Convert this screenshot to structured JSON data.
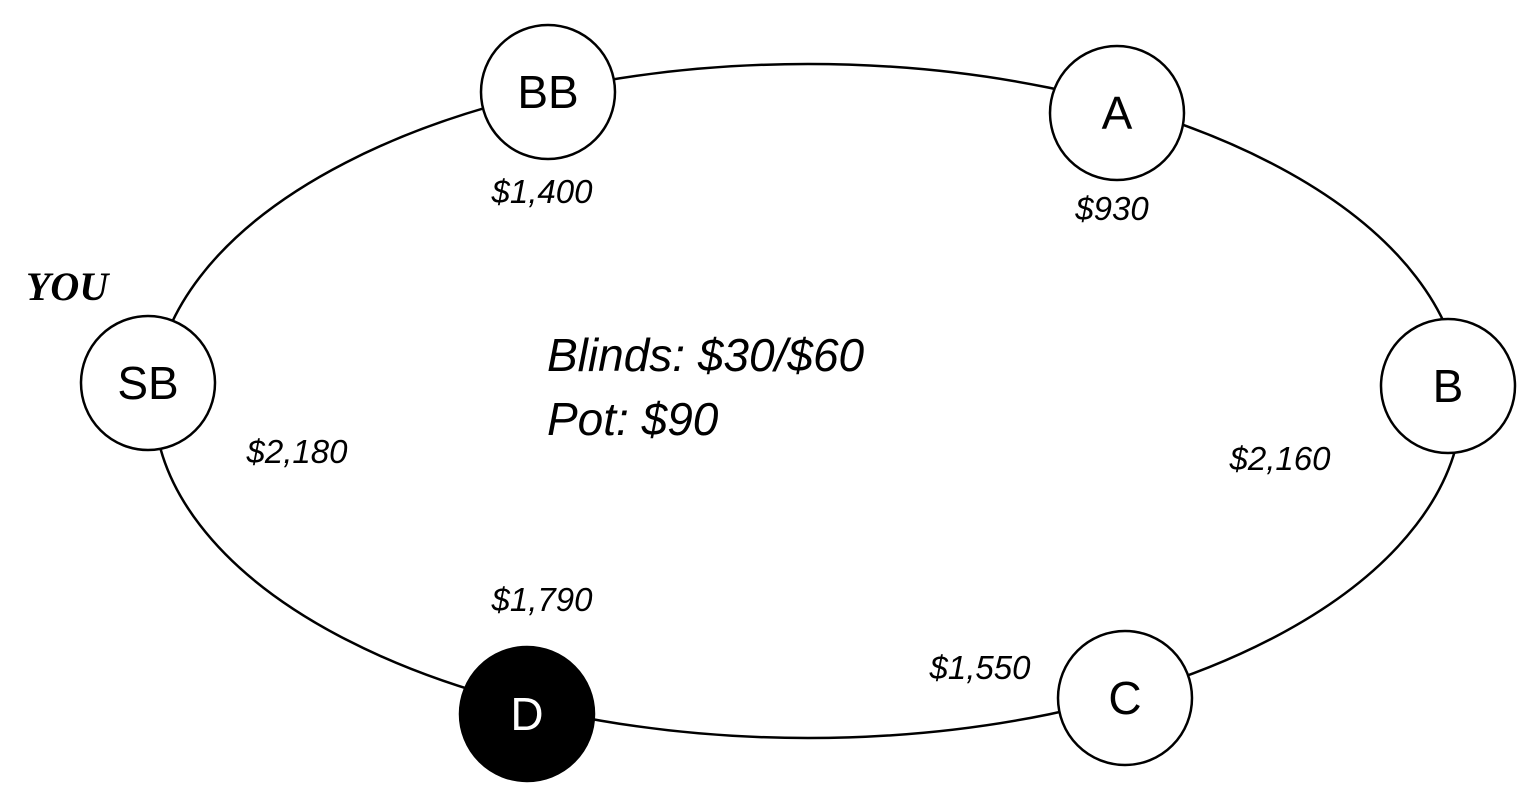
{
  "you_label": "YOU",
  "blinds_text": "Blinds: $30/$60",
  "pot_text": "Pot: $90",
  "seats": [
    {
      "id": "bb",
      "label": "BB",
      "stack": "$1,400",
      "dealer": false
    },
    {
      "id": "a",
      "label": "A",
      "stack": "$930",
      "dealer": false
    },
    {
      "id": "b",
      "label": "B",
      "stack": "$2,160",
      "dealer": false
    },
    {
      "id": "c",
      "label": "C",
      "stack": "$1,550",
      "dealer": false
    },
    {
      "id": "d",
      "label": "D",
      "stack": "$1,790",
      "dealer": true
    },
    {
      "id": "sb",
      "label": "SB",
      "stack": "$2,180",
      "dealer": false
    }
  ],
  "colors": {
    "line": "#000000",
    "seat_fill": "#ffffff",
    "dealer_fill": "#000000",
    "dealer_text": "#ffffff"
  }
}
